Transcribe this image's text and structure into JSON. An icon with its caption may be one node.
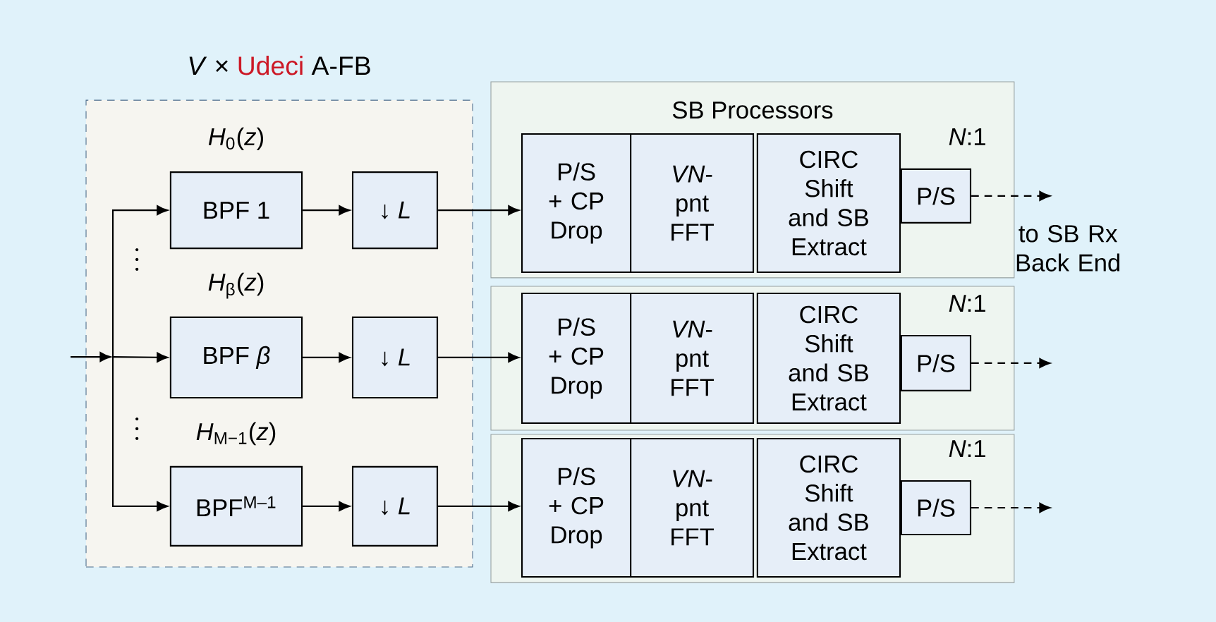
{
  "diagram": {
    "nodes": [
      {
        "text": [
          "*V* ×",
          "Udeci",
          "A-FB"
        ]
      },
      {
        "text": [
          "BPF 1"
        ],
        "in": 0,
        "beside": [
          "*H*$_{0}$(*z*)"
        ]
      },
      {
        "text": [
          "↓ *L*"
        ],
        "in": 0
      },
      {
        "text": [
          "BPF *β*"
        ],
        "in": 0,
        "beside": [
          "*H*$_{β}$(*z*)"
        ]
      },
      {
        "text": [
          "↓ *L*"
        ],
        "in": 0
      },
      {
        "text": [
          "BPF$^{M–1}$"
        ],
        "in": 0,
        "beside": [
          "*H*$_{M−1}$(*z*)"
        ]
      },
      {
        "text": [
          "↓ *L*"
        ],
        "in": 0
      },
      {
        "text": [
          "SB Processors"
        ]
      },
      {
        "text": [
          "P/S + CP Drop"
        ],
        "in": 7
      },
      {
        "text": [
          "*VN*- pnt FFT"
        ],
        "in": 7
      },
      {
        "text": [
          "CIRC Shift and SB Extract"
        ],
        "in": 7
      },
      {
        "text": [
          "P/S"
        ],
        "in": 7,
        "beside": [
          "*N*:1"
        ]
      },
      {
        "text": [],
        "shape": "box"
      },
      {
        "text": [
          "P/S + CP Drop"
        ],
        "in": 12
      },
      {
        "text": [
          "*VN*- pnt FFT"
        ],
        "in": 12
      },
      {
        "text": [
          "CIRC Shift and SB Extract"
        ],
        "in": 12
      },
      {
        "text": [
          "P/S"
        ],
        "in": 12,
        "beside": [
          "*N*:1"
        ]
      },
      {
        "text": [],
        "shape": "box"
      },
      {
        "text": [
          "P/S + CP Drop"
        ],
        "in": 17
      },
      {
        "text": [
          "*VN*- pnt FFT"
        ],
        "in": 17
      },
      {
        "text": [
          "CIRC Shift and SB Extract"
        ],
        "in": 17
      },
      {
        "text": [
          "P/S"
        ],
        "in": 17,
        "beside": [
          "*N*:1"
        ]
      }
    ],
    "edges": [
      {
        "from": null,
        "to": 1,
        "arrow": "to"
      },
      {
        "from": null,
        "to": 3,
        "arrow": "to"
      },
      {
        "from": null,
        "to": 5,
        "arrow": "to"
      },
      {
        "from": 1,
        "to": 2,
        "arrow": "to"
      },
      {
        "from": 3,
        "to": 4,
        "arrow": "to"
      },
      {
        "from": 5,
        "to": 6,
        "arrow": "to"
      },
      {
        "from": 2,
        "to": 8,
        "arrow": "to"
      },
      {
        "from": 4,
        "to": 13,
        "arrow": "to"
      },
      {
        "from": 6,
        "to": 18,
        "arrow": "to"
      },
      {
        "from": 11,
        "to": null,
        "arrow": "to",
        "style": "dashed"
      },
      {
        "from": 16,
        "to": null,
        "arrow": "to",
        "style": "dashed"
      },
      {
        "from": 21,
        "to": null,
        "arrow": "to",
        "style": "dashed"
      }
    ],
    "labels": [
      "to SB Rx Back End"
    ]
  }
}
